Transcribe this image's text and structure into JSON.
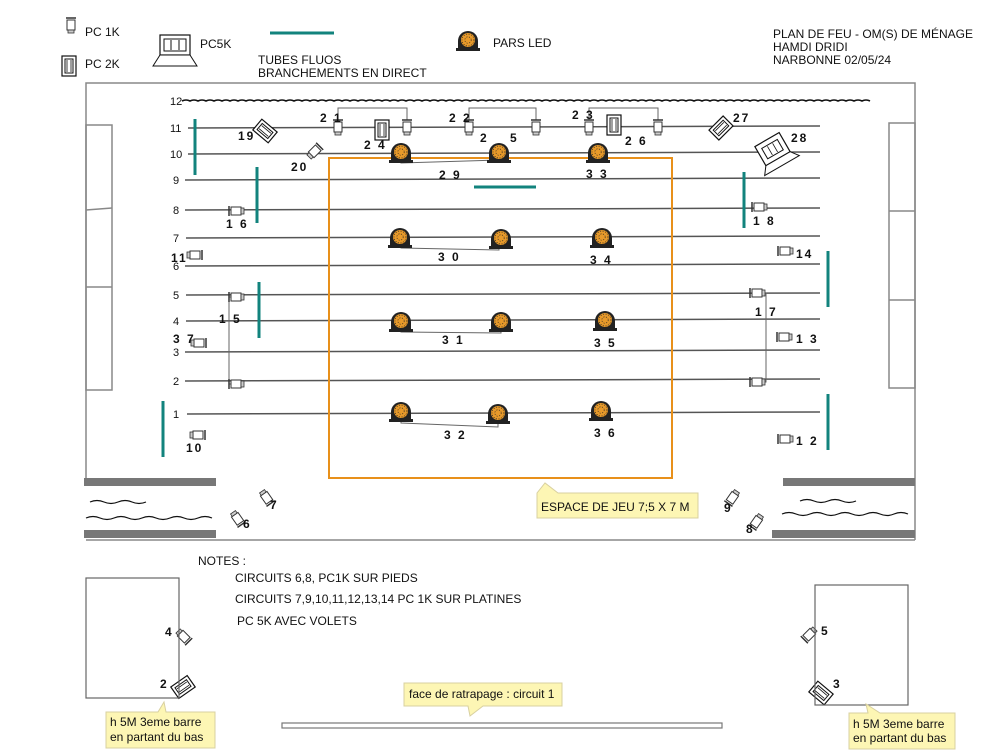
{
  "legend": {
    "pc1k": "PC 1K",
    "pc2k": "PC 2K",
    "pc5k": "PC5K",
    "fluo_line1": "TUBES FLUOS",
    "fluo_line2": "BRANCHEMENTS  EN DIRECT",
    "pars": "PARS LED"
  },
  "header": {
    "title": "PLAN DE FEU - OM(S)  DE MÉNAGE",
    "author": "HAMDI DRIDI",
    "place_date": "NARBONNE 02/05/24"
  },
  "bars": [
    "12",
    "11",
    "10",
    "9",
    "8",
    "7",
    "6",
    "5",
    "4",
    "3",
    "2",
    "1"
  ],
  "circuits": {
    "c1": "10",
    "c2": "7",
    "c3": "6",
    "c4": "9",
    "c5": "8",
    "c6": "11",
    "c7": "3 7",
    "c8": "1 6",
    "c9": "1 5",
    "c10": "14",
    "c11": "1 8",
    "c12": "1 7",
    "c13": "1 3",
    "c14": "1 2",
    "c15": "19",
    "c16": "20",
    "c17": "2 1",
    "c18": "2 4",
    "c19": "2 2",
    "c20": "2",
    "c21": "5",
    "c22": "2 3",
    "c23": "2 6",
    "c24": "27",
    "c25": "28",
    "c26": "2 9",
    "c27": "3 3",
    "c28": "3 0",
    "c29": "3 4",
    "c30": "3 1",
    "c31": "3 5",
    "c32": "3 2",
    "c33": "3 6",
    "c34": "4",
    "c35": "2",
    "c36": "5",
    "c37": "3"
  },
  "labels": {
    "acting_area": "ESPACE DE JEU 7;5 X 7  M",
    "fill_light": "face de ratrapage : circuit 1",
    "height_line1": "h 5M 3eme barre",
    "height_line2": "en partant du bas"
  },
  "notes": {
    "title": "NOTES :",
    "line1": "CIRCUITS 6,8, PC1K SUR PIEDS",
    "line2": "CIRCUITS 7,9,10,11,12,13,14 PC 1K SUR PLATINES",
    "line3": "PC 5K AVEC VOLETS"
  },
  "colors": {
    "fluo": "#12837d",
    "acting_area": "#e8901a",
    "callout": "#fdf6b4",
    "pipe": "#555555"
  }
}
